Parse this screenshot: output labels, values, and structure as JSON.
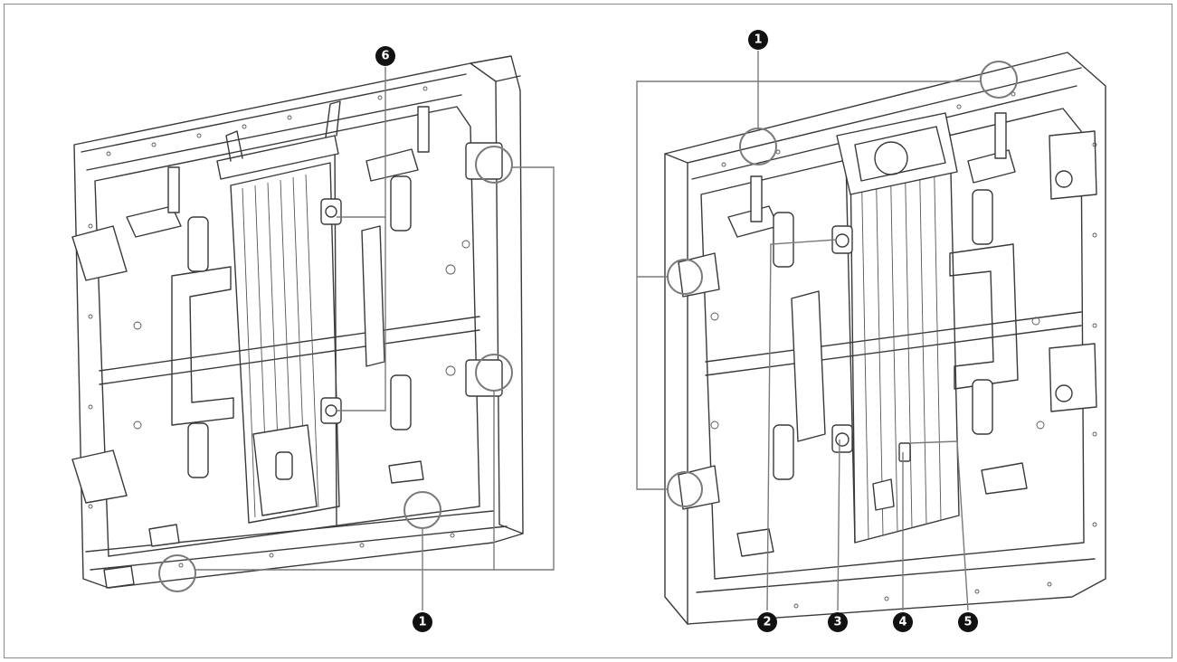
{
  "figure": {
    "left_panel": {
      "callouts": [
        "6",
        "1"
      ]
    },
    "right_panel": {
      "callouts": [
        "1",
        "2",
        "3",
        "4",
        "5"
      ]
    }
  }
}
